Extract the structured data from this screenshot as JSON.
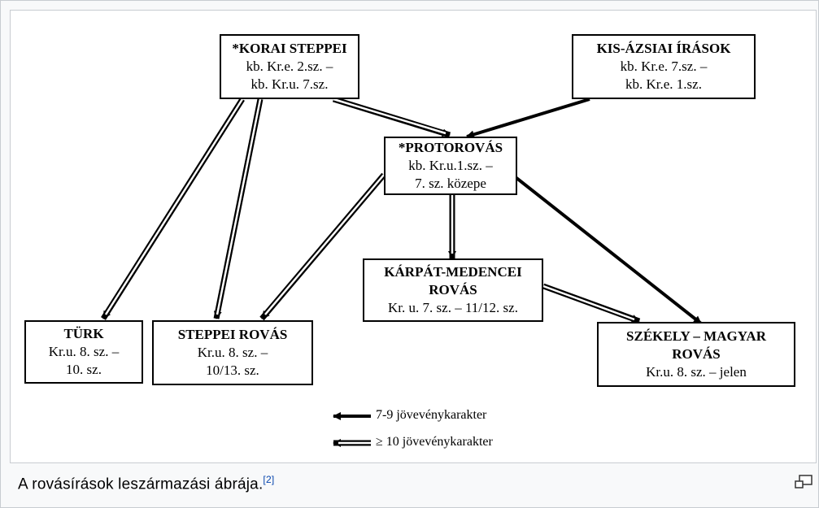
{
  "nodes": {
    "korai": {
      "title": "*KORAI STEPPEI",
      "line1": "kb. Kr.e. 2.sz. –",
      "line2": "kb. Kr.u. 7.sz."
    },
    "kisazsiai": {
      "title": "KIS-ÁZSIAI ÍRÁSOK",
      "line1": "kb. Kr.e. 7.sz. –",
      "line2": "kb. Kr.e. 1.sz."
    },
    "protorovas": {
      "title": "*PROTOROVÁS",
      "line1": "kb. Kr.u.1.sz. –",
      "line2": "7. sz. közepe"
    },
    "karpat": {
      "title": "KÁRPÁT-MEDENCEI",
      "title2": "ROVÁS",
      "line1": "Kr. u. 7. sz. – 11/12. sz."
    },
    "turk": {
      "title": "TÜRK",
      "line1": "Kr.u. 8. sz. –",
      "line2": "10. sz."
    },
    "steppei": {
      "title": "STEPPEI ROVÁS",
      "line1": "Kr.u. 8. sz. –",
      "line2": "10/13. sz."
    },
    "szekely": {
      "title": "SZÉKELY – MAGYAR",
      "title2": "ROVÁS",
      "line1": "Kr.u. 8. sz. – jelen"
    }
  },
  "legend": {
    "single": "7-9 jövevénykarakter",
    "double": "≥ 10 jövevénykarakter"
  },
  "caption": {
    "text": "A rovásírások leszármazási ábrája.",
    "ref": "[2]"
  },
  "icons": {
    "enlarge": "magnify-clip-icon"
  }
}
